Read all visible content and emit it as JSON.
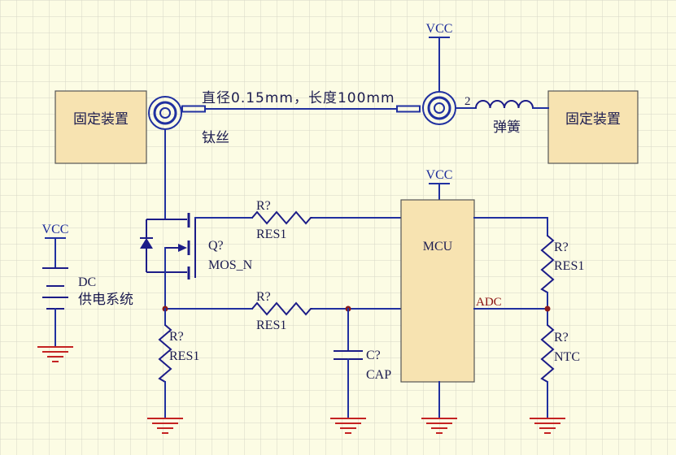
{
  "diagram": {
    "fixtures": {
      "left_label": "固定装置",
      "right_label": "固定装置"
    },
    "titanium_wire": {
      "spec": "直径0.15mm，长度100mm",
      "material": "钛丝"
    },
    "connector_power": {
      "vcc_label": "VCC"
    },
    "spring": {
      "pin_number": "2",
      "label": "弹簧"
    },
    "mcu": {
      "label": "MCU",
      "vcc_label": "VCC",
      "adc_label": "ADC"
    },
    "mosfet": {
      "designator": "Q?",
      "type": "MOS_N"
    },
    "gate_resistor": {
      "designator": "R?",
      "value": "RES1"
    },
    "sense_resistor": {
      "designator": "R?",
      "value": "RES1"
    },
    "pullup_resistor": {
      "designator": "R?",
      "value": "RES1"
    },
    "source_resistor": {
      "designator": "R?",
      "value": "RES1"
    },
    "ntc": {
      "designator": "R?",
      "value": "NTC"
    },
    "capacitor": {
      "designator": "C?",
      "value": "CAP"
    },
    "battery": {
      "vcc_label": "VCC",
      "name": "DC",
      "description": "供电系统"
    }
  },
  "colors": {
    "background": "#fcfce4",
    "grid": "#d6d6c6",
    "wire": "#2030a0",
    "component": "#1c1c88",
    "text": "#1c1c50",
    "power_text": "#1a2a9a",
    "ground": "#c42222",
    "junction": "#8b1a1a",
    "adc_text": "#8b1010",
    "box_fill": "#f7e3b1",
    "box_stroke": "#555555"
  }
}
